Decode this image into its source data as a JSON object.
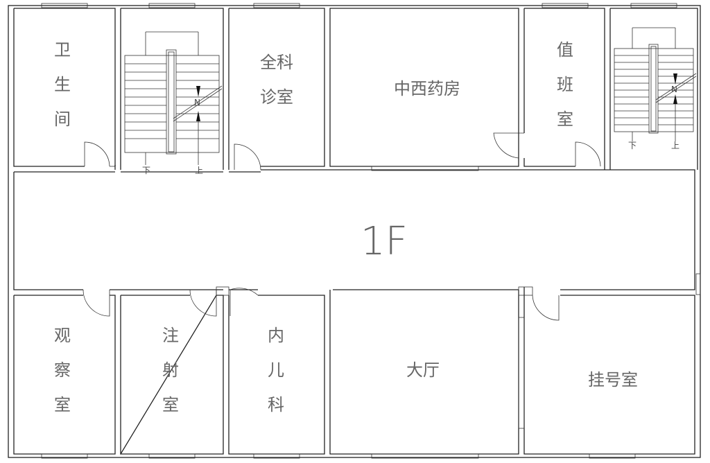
{
  "floor_label": "1F",
  "rooms": {
    "toilet": [
      "卫",
      "生",
      "间"
    ],
    "general_clinic": [
      "全科",
      "诊室"
    ],
    "pharmacy": "中西药房",
    "duty_room": [
      "值",
      "班",
      "室"
    ],
    "observation": [
      "观",
      "察",
      "室"
    ],
    "injection": [
      "注",
      "射",
      "室"
    ],
    "pediatrics": [
      "内",
      "儿",
      "科"
    ],
    "hall": "大厅",
    "registration": "挂号室"
  },
  "stairs": {
    "down": "下",
    "up": "上",
    "break_mark": "N"
  },
  "colors": {
    "line": "#222222",
    "text": "#666666",
    "background": "#ffffff"
  }
}
